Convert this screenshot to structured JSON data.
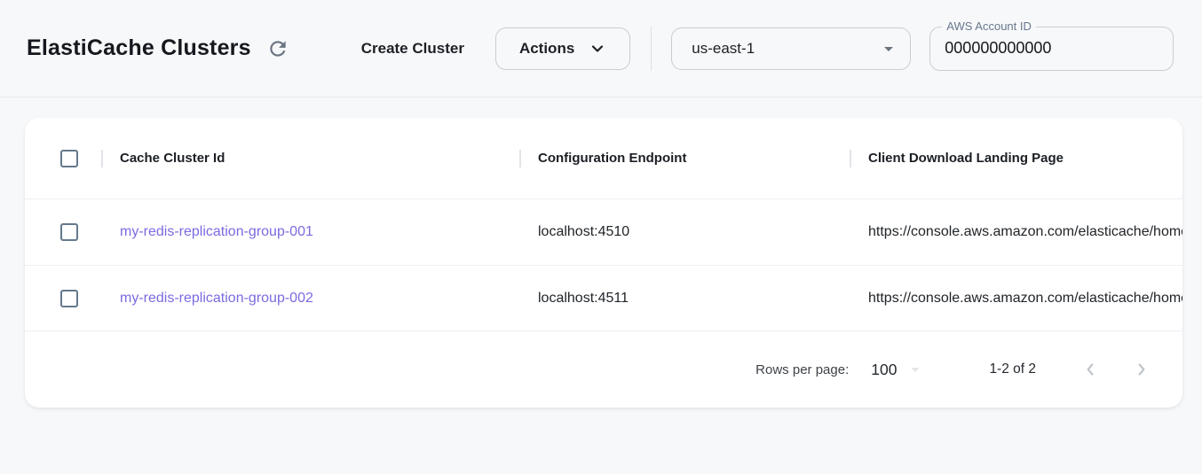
{
  "header": {
    "title": "ElastiCache Clusters",
    "create_button_label": "Create Cluster",
    "actions_button_label": "Actions",
    "region": {
      "selected": "us-east-1"
    },
    "account_field": {
      "label": "AWS Account ID",
      "value": "000000000000"
    }
  },
  "table": {
    "columns": [
      "Cache Cluster Id",
      "Configuration Endpoint",
      "Client Download Landing Page"
    ],
    "rows": [
      {
        "cache_cluster_id": "my-redis-replication-group-001",
        "configuration_endpoint": "localhost:4510",
        "client_download_landing_page": "https://console.aws.amazon.com/elasticache/home"
      },
      {
        "cache_cluster_id": "my-redis-replication-group-002",
        "configuration_endpoint": "localhost:4511",
        "client_download_landing_page": "https://console.aws.amazon.com/elasticache/home"
      }
    ]
  },
  "pagination": {
    "rows_per_page_label": "Rows per page:",
    "rows_per_page_value": "100",
    "range_label": "1-2 of 2"
  },
  "icons": {
    "refresh": "circular-arrow-clockwise",
    "actions_chevron": "chevron-down",
    "region_caret": "triangle-down",
    "rows_per_page_caret": "triangle-down",
    "prev": "chevron-left",
    "next": "chevron-right"
  },
  "colors": {
    "page_background": "#f7f8fa",
    "card_background": "#ffffff",
    "link": "#7a6be0",
    "border": "#c9ced4",
    "checkbox_border": "#64788c",
    "disabled_icon": "#c0c5ca"
  }
}
